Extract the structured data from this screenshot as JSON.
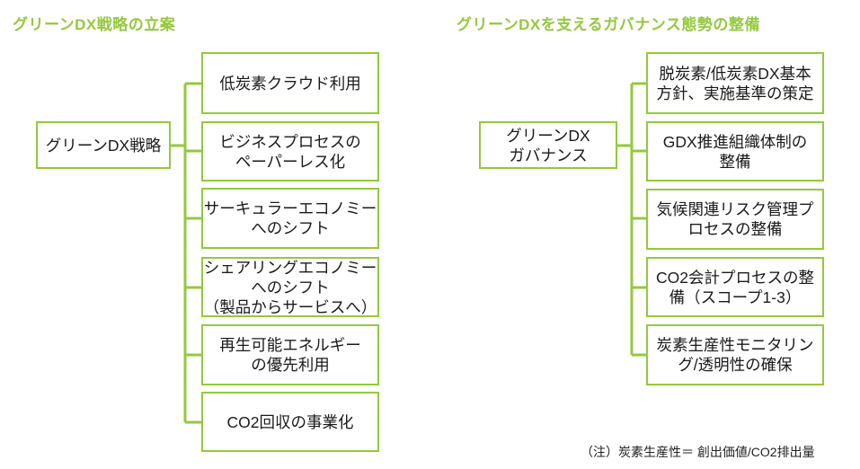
{
  "colors": {
    "green": "#94C93D",
    "text": "#1a1a1a"
  },
  "left_tree": {
    "title": "グリーンDX戦略の立案",
    "root": "グリーンDX戦略",
    "children": [
      "低炭素クラウド利用",
      "ビジネスプロセスの\nペーパーレス化",
      "サーキュラーエコノミー\nへのシフト",
      "シェアリングエコノミー\nへのシフト\n（製品からサービスへ）",
      "再生可能エネルギー\nの優先利用",
      "CO2回収の事業化"
    ]
  },
  "right_tree": {
    "title": "グリーンDXを支えるガバナンス態勢の整備",
    "root": "グリーンDX\nガバナンス",
    "children": [
      "脱炭素/低炭素DX基本\n方針、実施基準の策定",
      "GDX推進組織体制の\n整備",
      "気候関連リスク管理プ\nロセスの整備",
      "CO2会計プロセスの整\n備（スコープ1-3）",
      "炭素生産性モニタリン\nグ/透明性の確保"
    ]
  },
  "footnote": "（注）炭素生産性＝ 創出価値/CO2排出量"
}
